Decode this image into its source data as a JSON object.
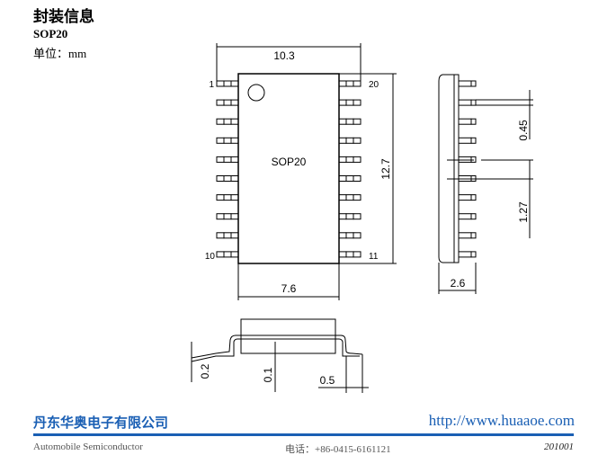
{
  "header": {
    "title": "封装信息",
    "package": "SOP20",
    "unit": "单位：mm"
  },
  "drawing": {
    "body_label": "SOP20",
    "pins": {
      "first": "1",
      "last_left": "10",
      "first_right": "11",
      "last": "20"
    },
    "dims": {
      "total_width": "10.3",
      "body_width": "7.6",
      "length": "12.7",
      "lead_width": "0.45",
      "pitch": "1.27",
      "height": "2.6",
      "lead_thickness": "0.2",
      "standoff": "0.1",
      "foot": "0.5"
    }
  },
  "footer": {
    "company": "丹东华奥电子有限公司",
    "url": "http://www.huaaoe.com",
    "subtitle": "Automobile Semiconductor",
    "phone": "电话：+86-0415-6161121",
    "code": "201001",
    "accent": "#1a5fb4"
  }
}
